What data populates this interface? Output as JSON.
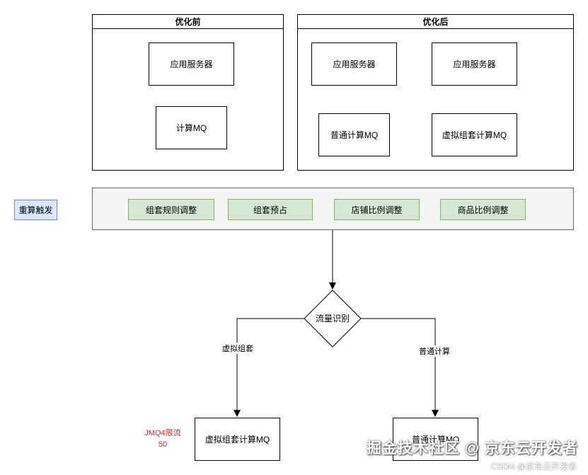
{
  "before": {
    "title": "优化前",
    "app_server": "应用服务器",
    "mq": "计算MQ"
  },
  "after": {
    "title": "优化后",
    "app_server_1": "应用服务器",
    "mq_1": "普通计算MQ",
    "app_server_2": "应用服务器",
    "mq_2": "虚拟组套计算MQ"
  },
  "trigger": {
    "label": "重算触发",
    "items": [
      "组套规则调整",
      "组套预占",
      "店铺比例调整",
      "商品比例调整"
    ]
  },
  "decision": {
    "label": "流量识别",
    "left_branch": "虚拟组套",
    "right_branch": "普通计算"
  },
  "outputs": {
    "left": "虚拟组套计算MQ",
    "right": "普通计算MQ",
    "limit_note_line1": "JMQ4限流",
    "limit_note_line2": "50"
  },
  "watermark": {
    "main": "掘金技术社区 @ 京东云开发者",
    "sub": "CSDN @京东云开发者"
  },
  "colors": {
    "green_fill": "#d5e8d4",
    "green_border": "#82b366",
    "blue_fill": "#dae8fc",
    "blue_border": "#6c8ebf",
    "trigger_panel_fill": "#f5f5f5",
    "note_red": "#d6272e"
  }
}
